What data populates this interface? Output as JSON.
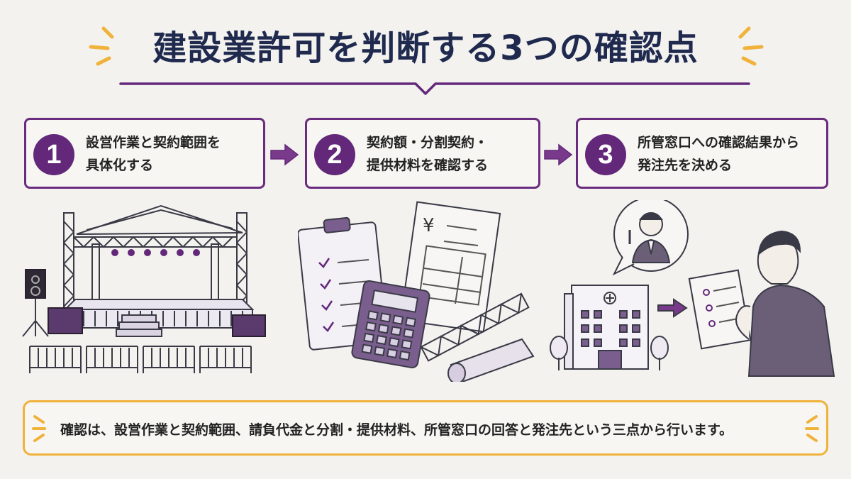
{
  "title": "建設業許可を判断する3つの確認点",
  "steps": [
    {
      "number": "1",
      "lines": [
        "設営作業と契約範囲を",
        "具体化する"
      ]
    },
    {
      "number": "2",
      "lines": [
        "契約額・分割契約・",
        "提供材料を確認する"
      ]
    },
    {
      "number": "3",
      "lines": [
        "所管窓口への確認結果から",
        "発注先を決める"
      ]
    }
  ],
  "illustration_labels": {
    "yen_symbol": "¥"
  },
  "summary": "確認は、設営作業と契約範囲、請負代金と分割・提供材料、所管窓口の回答と発注先という三点から行います。",
  "colors": {
    "primary": "#63287a",
    "title": "#1f2a4e",
    "accent": "#f0b23a",
    "background": "#f3f2ef"
  }
}
